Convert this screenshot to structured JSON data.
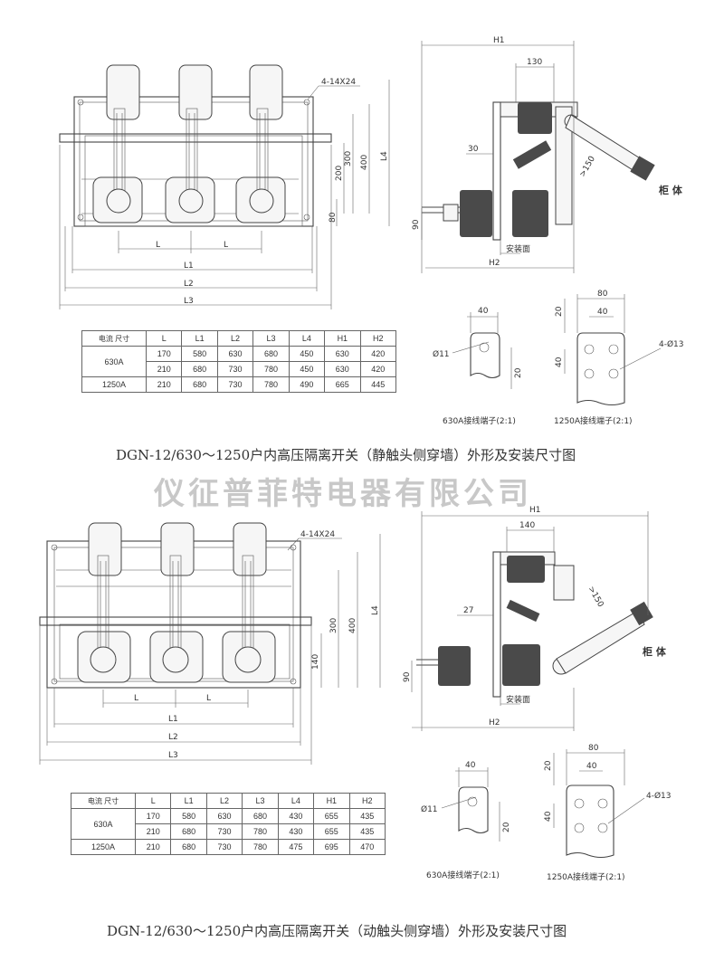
{
  "watermark": "仪征普菲特电器有限公司",
  "top": {
    "caption": "DGN-12/630～1250户内高压隔离开关（静触头侧穿墙）外形及安装尺寸图",
    "front_dims": {
      "holes": "4-14X24",
      "d200": "200",
      "d300": "300",
      "d400": "400",
      "d80": "80",
      "L4": "L4",
      "L": "L",
      "L1": "L1",
      "L2": "L2",
      "L3": "L3"
    },
    "side_dims": {
      "H1": "H1",
      "d130": "130",
      "d30": "30",
      "d150": ">150",
      "d90": "90",
      "H2": "H2",
      "cabinet": "柜 体",
      "mount": "安装面"
    },
    "terminal_630": {
      "d40": "40",
      "phi": "Ø11",
      "d20": "20",
      "label": "630A接线端子(2:1)"
    },
    "terminal_1250": {
      "d80": "80",
      "d40": "40",
      "d20": "20",
      "d40v": "40",
      "holes": "4-Ø13",
      "label": "1250A接线端子(2:1)"
    },
    "table": {
      "corner_a": "电流",
      "corner_b": "尺寸",
      "columns": [
        "L",
        "L1",
        "L2",
        "L3",
        "L4",
        "H1",
        "H2"
      ],
      "rows": [
        {
          "label": "630A",
          "values": [
            "170",
            "580",
            "630",
            "680",
            "450",
            "630",
            "420"
          ]
        },
        {
          "label": "",
          "values": [
            "210",
            "680",
            "730",
            "780",
            "450",
            "630",
            "420"
          ]
        },
        {
          "label": "1250A",
          "values": [
            "210",
            "680",
            "730",
            "780",
            "490",
            "665",
            "445"
          ]
        }
      ]
    }
  },
  "bottom": {
    "caption": "DGN-12/630～1250户内高压隔离开关（动触头侧穿墙）外形及安装尺寸图",
    "front_dims": {
      "holes": "4-14X24",
      "d300": "300",
      "d400": "400",
      "d140": "140",
      "L4": "L4",
      "L": "L",
      "L1": "L1",
      "L2": "L2",
      "L3": "L3"
    },
    "side_dims": {
      "H1": "H1",
      "d140": "140",
      "d27": "27",
      "d150": ">150",
      "d90": "90",
      "H2": "H2",
      "cabinet": "柜 体",
      "mount": "安装面"
    },
    "terminal_630": {
      "d40": "40",
      "phi": "Ø11",
      "d20": "20",
      "label": "630A接线端子(2:1)"
    },
    "terminal_1250": {
      "d80": "80",
      "d40": "40",
      "d20": "20",
      "d40v": "40",
      "holes": "4-Ø13",
      "label": "1250A接线端子(2:1)"
    },
    "table": {
      "corner_a": "电流",
      "corner_b": "尺寸",
      "columns": [
        "L",
        "L1",
        "L2",
        "L3",
        "L4",
        "H1",
        "H2"
      ],
      "rows": [
        {
          "label": "630A",
          "values": [
            "170",
            "580",
            "630",
            "680",
            "430",
            "655",
            "435"
          ]
        },
        {
          "label": "",
          "values": [
            "210",
            "680",
            "730",
            "780",
            "430",
            "655",
            "435"
          ]
        },
        {
          "label": "1250A",
          "values": [
            "210",
            "680",
            "730",
            "780",
            "475",
            "695",
            "470"
          ]
        }
      ]
    }
  }
}
